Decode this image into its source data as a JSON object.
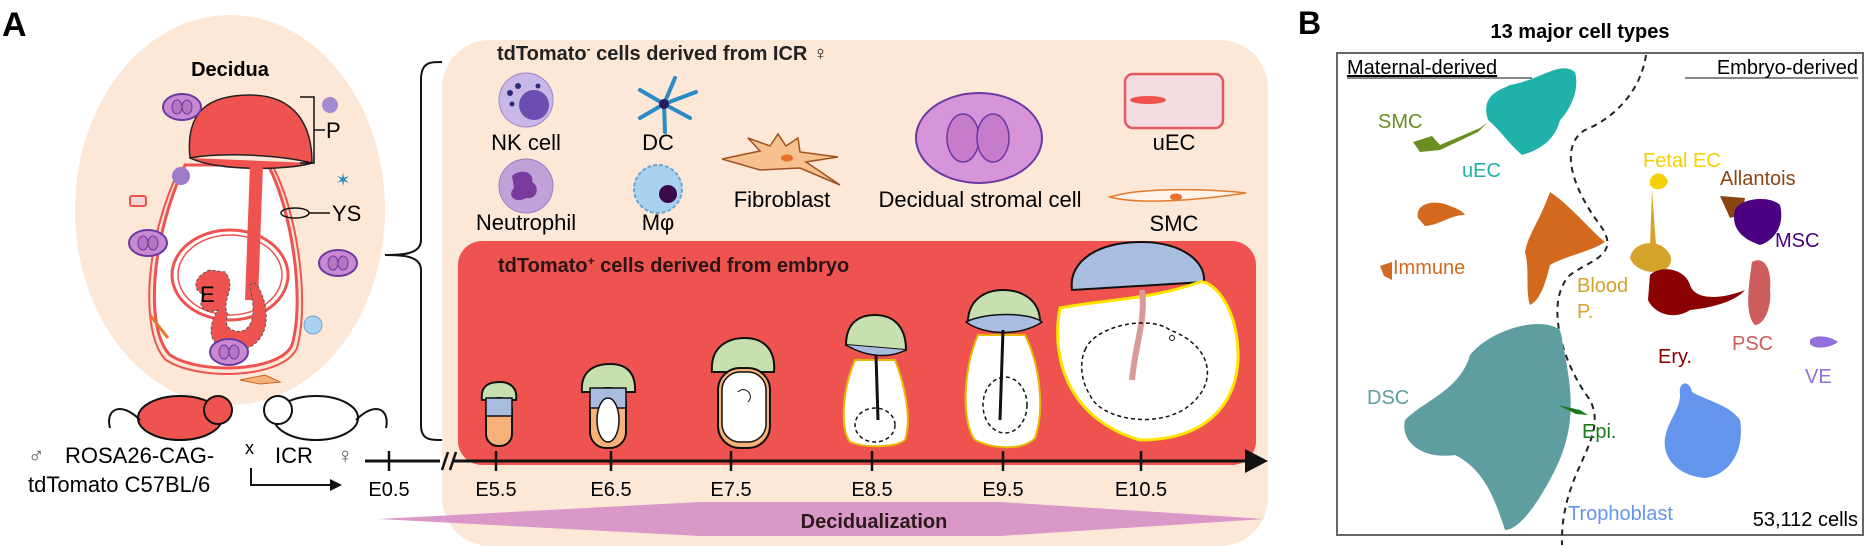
{
  "panel_a": {
    "label": "A",
    "decidua": {
      "title": "Decidua",
      "labels": {
        "placenta": "P",
        "yolk_sac": "YS",
        "embryo": "E"
      }
    },
    "cross": {
      "male_symbol": "♂",
      "male_strain_line1": "ROSA26-CAG-",
      "male_strain_line2": "tdTomato C57BL/6",
      "cross_symbol": "x",
      "female_strain": "ICR",
      "female_symbol": "♀"
    },
    "maternal_box": {
      "title_prefix": "tdTomato",
      "title_superscript": "-",
      "title_suffix": " cells derived from ICR ♀",
      "cells": [
        {
          "id": "nk",
          "label": "NK cell",
          "icon": "nk-cell-icon"
        },
        {
          "id": "dc",
          "label": "DC",
          "icon": "dendritic-cell-icon"
        },
        {
          "id": "fibroblast",
          "label": "Fibroblast",
          "icon": "fibroblast-icon"
        },
        {
          "id": "dsc",
          "label": "Decidual stromal cell",
          "icon": "decidual-stromal-cell-icon"
        },
        {
          "id": "uec",
          "label": "uEC",
          "icon": "uterine-endothelial-cell-icon"
        },
        {
          "id": "neutrophil",
          "label": "Neutrophil",
          "icon": "neutrophil-icon"
        },
        {
          "id": "macrophage",
          "label": "Mφ",
          "icon": "macrophage-icon"
        },
        {
          "id": "smc",
          "label": "SMC",
          "icon": "smooth-muscle-cell-icon"
        }
      ]
    },
    "embryo_box": {
      "title_prefix": "tdTomato",
      "title_superscript": "+",
      "title_suffix": " cells derived from embryo"
    },
    "timeline": {
      "ticks": [
        "E0.5",
        "E5.5",
        "E6.5",
        "E7.5",
        "E8.5",
        "E9.5",
        "E10.5"
      ],
      "bar_label": "Decidualization"
    },
    "colors": {
      "decidua_bg": "#fde8d8",
      "tdtomato_red": "#ef5350",
      "decidualization": "#d998c8"
    }
  },
  "panel_b": {
    "label": "B",
    "title": "13 major cell types",
    "region_left": "Maternal-derived",
    "region_right": "Embryo-derived",
    "cell_count": "53,112 cells",
    "clusters": [
      {
        "name": "SMC",
        "color": "#6b8e23"
      },
      {
        "name": "uEC",
        "color": "#20b2aa"
      },
      {
        "name": "Immune",
        "color": "#d2691e"
      },
      {
        "name": "DSC",
        "color": "#5f9ea0"
      },
      {
        "name": "Epi.",
        "color": "#1a7a1a"
      },
      {
        "name": "Fetal EC",
        "color": "#f5d000"
      },
      {
        "name": "Blood P.",
        "color": "#d4a32a"
      },
      {
        "name": "Allantois",
        "color": "#8b4513"
      },
      {
        "name": "MSC",
        "color": "#4b0082"
      },
      {
        "name": "Ery.",
        "color": "#8b0000"
      },
      {
        "name": "PSC",
        "color": "#cd5c5c"
      },
      {
        "name": "VE",
        "color": "#9370db"
      },
      {
        "name": "Trophoblast",
        "color": "#6495ed"
      }
    ]
  }
}
